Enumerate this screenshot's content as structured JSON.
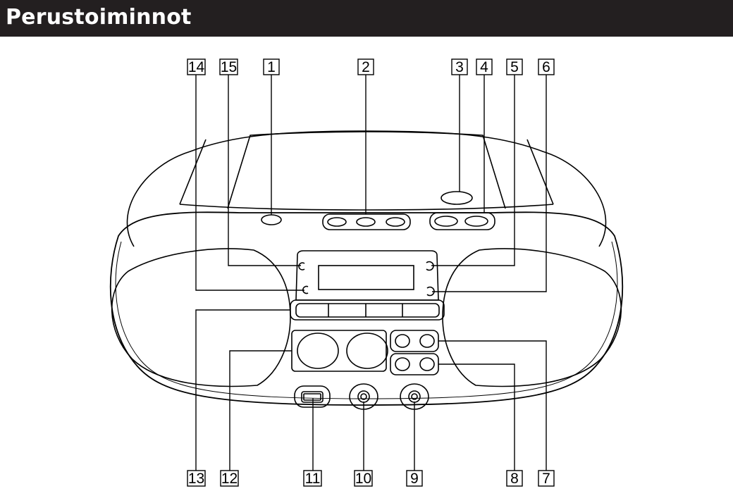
{
  "header": {
    "title": "Perustoiminnot"
  },
  "callouts": [
    "14",
    "15",
    "1",
    "2",
    "3",
    "4",
    "5",
    "6",
    "13",
    "12",
    "11",
    "10",
    "9",
    "8",
    "7"
  ]
}
